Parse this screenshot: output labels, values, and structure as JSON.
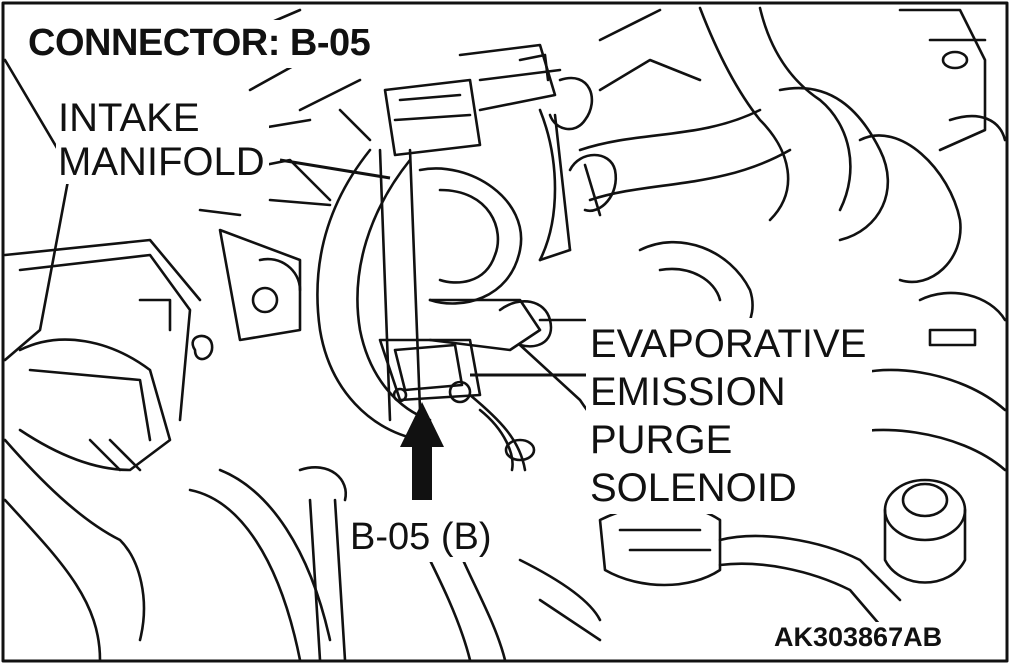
{
  "diagram": {
    "title": "CONNECTOR: B-05",
    "labels": {
      "intake_manifold": [
        "INTAKE",
        "MANIFOLD"
      ],
      "evap_solenoid": [
        "EVAPORATIVE",
        "EMISSION",
        "PURGE",
        "SOLENOID"
      ],
      "connector_callout": "B-05 (B)"
    },
    "figure_code": "AK303867AB"
  }
}
